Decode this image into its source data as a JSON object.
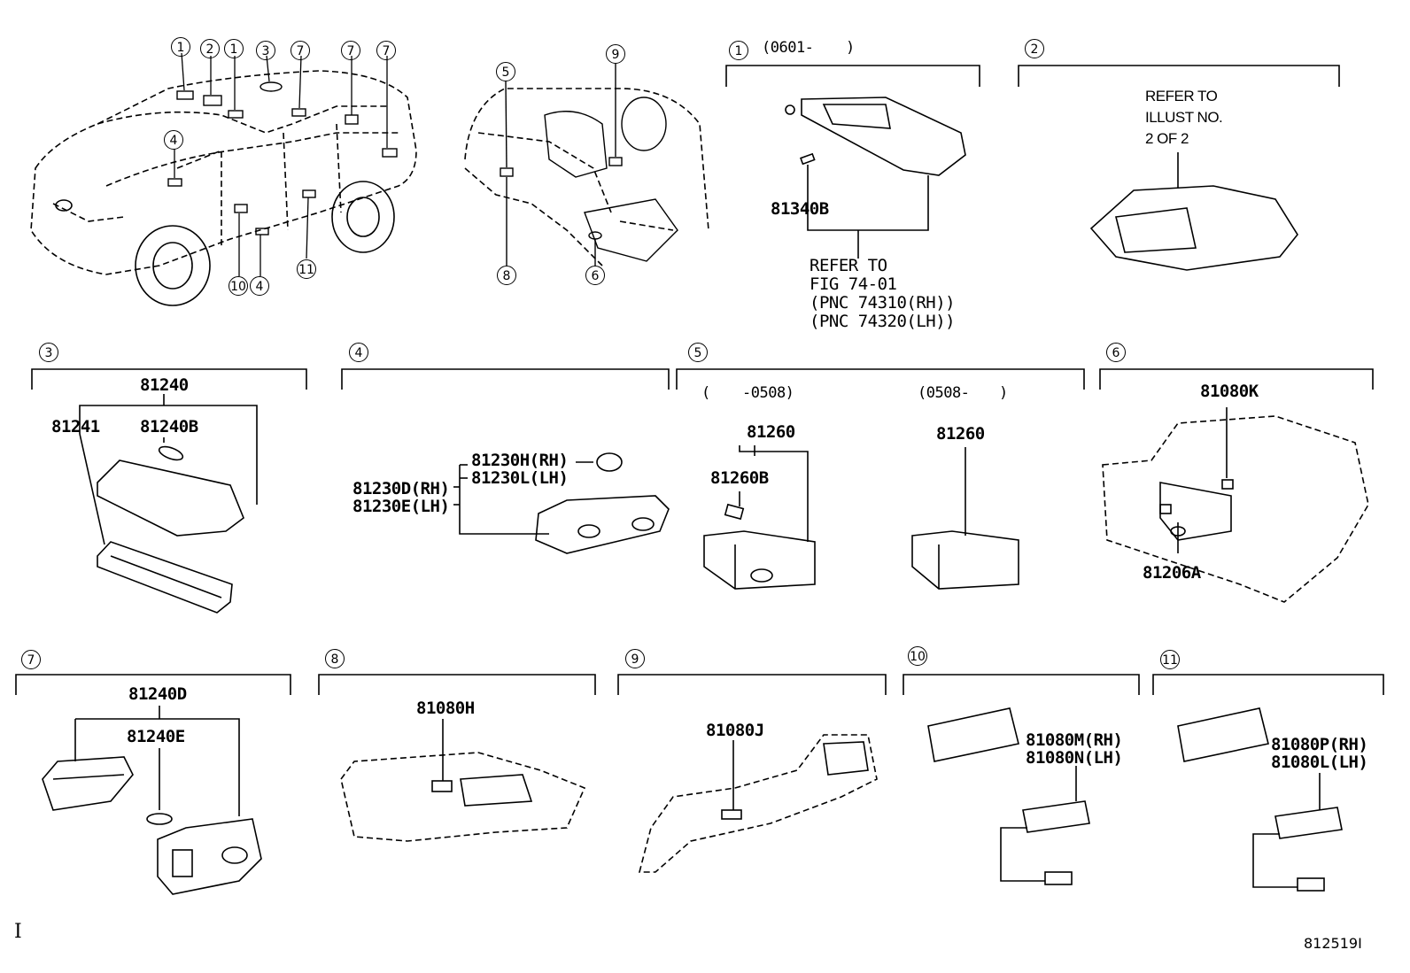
{
  "callouts": {
    "c1_date": "(0601-",
    "c1_date_end": ")",
    "c1_ref_lines": [
      "REFER TO",
      "FIG 74-01",
      "(PNC 74310(RH))",
      "(PNC 74320(LH))"
    ],
    "c1_part": "81340B",
    "c2_ref_lines": [
      "REFER TO",
      "ILLUST NO.",
      "2 OF 2"
    ],
    "c3_main": "81240",
    "c3_a": "81241",
    "c3_b": "81240B",
    "c4_a": "81230H(RH)",
    "c4_b": "81230L(LH)",
    "c4_c": "81230D(RH)",
    "c4_d": "81230E(LH)",
    "c5_date_left": "(",
    "c5_date_left_end": "-0508)",
    "c5_date_right": "(0508-",
    "c5_date_right_end": ")",
    "c5_main_left": "81260",
    "c5_sub_left": "81260B",
    "c5_main_right": "81260",
    "c6_a": "81080K",
    "c6_b": "81206A",
    "c7_a": "81240D",
    "c7_b": "81240E",
    "c8_a": "81080H",
    "c9_a": "81080J",
    "c10_a": "81080M(RH)",
    "c10_b": "81080N(LH)",
    "c11_a": "81080P(RH)",
    "c11_b": "81080L(LH)"
  },
  "markers": [
    "1",
    "2",
    "1",
    "3",
    "7",
    "7",
    "7",
    "4",
    "10",
    "4",
    "11",
    "5",
    "9",
    "8",
    "6"
  ],
  "section_numbers": [
    "1",
    "2",
    "3",
    "4",
    "5",
    "6",
    "7",
    "8",
    "9",
    "10",
    "11"
  ],
  "corner_mark": "I",
  "figure_code": "812519I"
}
